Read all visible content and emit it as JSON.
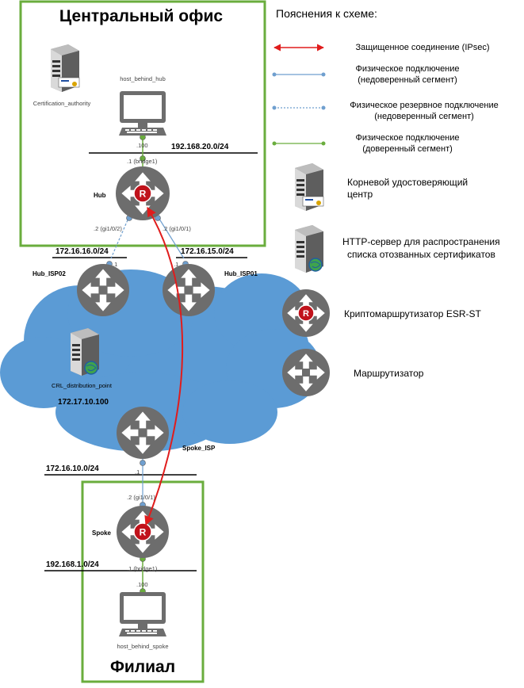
{
  "colors": {
    "zone_border": "#6aad3d",
    "cloud": "#5b9bd5",
    "router_gray": "#6d6d6d",
    "crypto_red": "#c0121b",
    "ipsec": "#e01c1c",
    "untrusted_link": "#6f9fcf",
    "trusted_link": "#6aad3d"
  },
  "zones": {
    "central_office": "Центральный офис",
    "branch": "Филиал"
  },
  "legend": {
    "title": "Пояснения к схеме:",
    "ipsec": "Защищенное соединение (IPsec)",
    "phys_untrusted": [
      "Физическое подключение",
      "(недоверенный сегмент)"
    ],
    "phys_backup": [
      "Физическое резервное подключение",
      "(недоверенный сегмент)"
    ],
    "phys_trusted": [
      "Физическое подключение",
      "(доверенный сегмент)"
    ],
    "root_ca": [
      "Корневой удостоверяющий",
      "центр"
    ],
    "http_crl": [
      "HTTP-сервер для распространения",
      "списка отозванных сертификатов"
    ],
    "crypto_router": "Криптомаршрутизатор ESR-ST",
    "router": "Маршрутизатор"
  },
  "nodes": {
    "ca": "Certification_authority",
    "host_hub": "host_behind_hub",
    "hub": "Hub",
    "isp02": "Hub_ISP02",
    "isp01": "Hub_ISP01",
    "crl": "CRL_distribution_point",
    "crl_ip": "172.17.10.100",
    "spoke_isp": "Spoke_ISP",
    "spoke": "Spoke",
    "host_spoke": "host_behind_spoke"
  },
  "subnets": {
    "hub_lan": "192.168.20.0/24",
    "isp02_net": "172.16.16.0/24",
    "isp01_net": "172.16.15.0/24",
    "spoke_wan": "172.16.10.0/24",
    "spoke_lan": "192.168.1.0/24"
  },
  "ports": {
    "host_hub": ".100",
    "hub_bridge": ".1 (bridge1)",
    "hub_g2": ".2 (gi1/0/2)",
    "hub_g1": ".2 (gi1/0/1)",
    "isp02_p": ".1",
    "isp01_p": ".1",
    "spoke_isp_p": ".1",
    "spoke_g1": ".2 (gi1/0/1)",
    "spoke_bridge": ".1 (bridge1)",
    "host_spoke": ".100"
  },
  "router_badge": "R"
}
